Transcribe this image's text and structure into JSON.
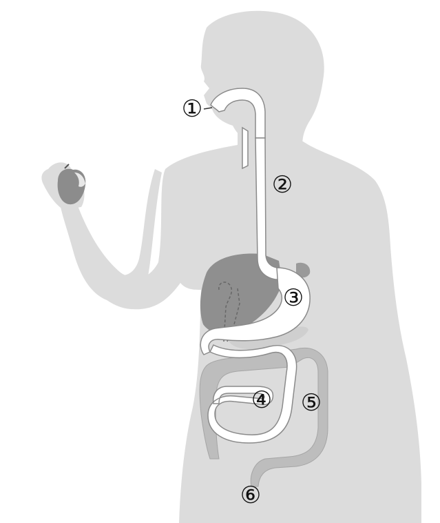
{
  "colors": {
    "background": "#ffffff",
    "body": "#dcdcdc",
    "tract": "#ffffff",
    "tract_outline": "#8a8a8a",
    "liver": "#8f8f8f",
    "colon": "#bdbdbd",
    "apple": "#8c8c8c"
  },
  "labels": [
    "①",
    "②",
    "③",
    "④",
    "⑤",
    "⑥"
  ]
}
